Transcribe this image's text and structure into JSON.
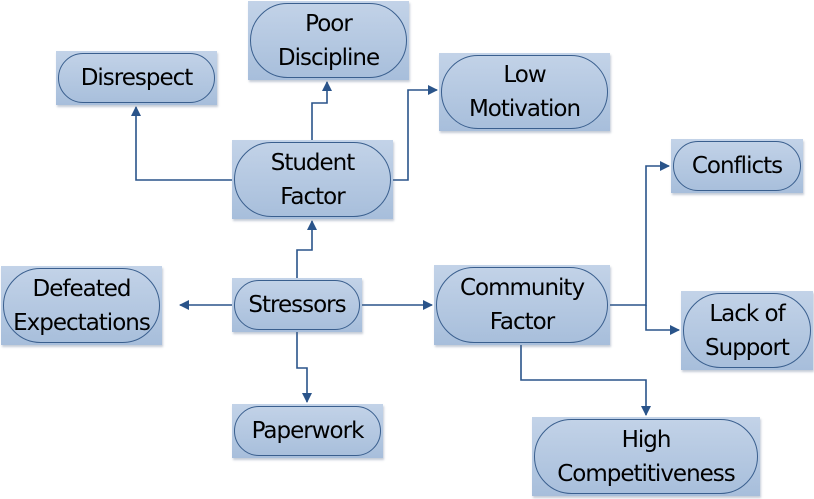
{
  "diagram": {
    "type": "flowchart",
    "line_color": "#2a548a",
    "node_fill": "#b5c9e2",
    "node_border": "#3a5f8e",
    "nodes": [
      {
        "id": "stressors",
        "label": "Stressors"
      },
      {
        "id": "student-factor",
        "label": "Student\nFactor"
      },
      {
        "id": "community-factor",
        "label": "Community\nFactor"
      },
      {
        "id": "disrespect",
        "label": "Disrespect"
      },
      {
        "id": "poor-discipline",
        "label": "Poor\nDiscipline"
      },
      {
        "id": "low-motivation",
        "label": "Low\nMotivation"
      },
      {
        "id": "defeated-expectations",
        "label": "Defeated\nExpectations"
      },
      {
        "id": "paperwork",
        "label": "Paperwork"
      },
      {
        "id": "conflicts",
        "label": "Conflicts"
      },
      {
        "id": "lack-of-support",
        "label": "Lack of\nSupport"
      },
      {
        "id": "high-competitiveness",
        "label": "High\nCompetitiveness"
      }
    ],
    "edges": [
      {
        "from": "stressors",
        "to": "student-factor"
      },
      {
        "from": "stressors",
        "to": "defeated-expectations"
      },
      {
        "from": "stressors",
        "to": "community-factor"
      },
      {
        "from": "stressors",
        "to": "paperwork"
      },
      {
        "from": "student-factor",
        "to": "disrespect"
      },
      {
        "from": "student-factor",
        "to": "poor-discipline"
      },
      {
        "from": "student-factor",
        "to": "low-motivation"
      },
      {
        "from": "community-factor",
        "to": "conflicts"
      },
      {
        "from": "community-factor",
        "to": "lack-of-support"
      },
      {
        "from": "community-factor",
        "to": "high-competitiveness"
      }
    ]
  }
}
